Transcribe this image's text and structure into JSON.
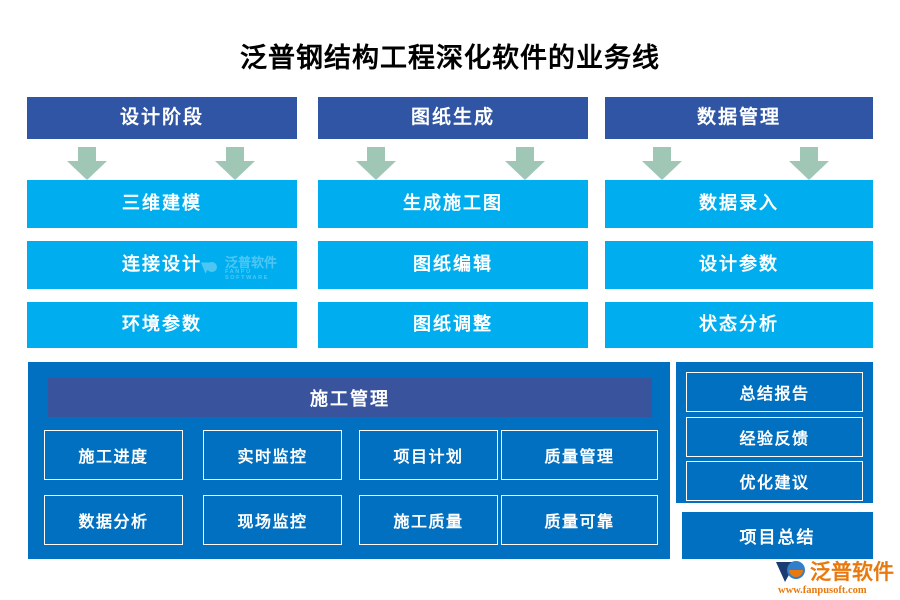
{
  "title": "泛普钢结构工程深化软件的业务线",
  "colors": {
    "header_blue": "#2F55A4",
    "light_blue": "#00AEEF",
    "panel_blue": "#0270C0",
    "panel_head_blue": "#39539C",
    "arrow_green": "#A0C7B6",
    "logo_orange": "#E8790F",
    "page_background": "#FFFFFF",
    "text_white": "#FFFFFF",
    "title_black": "#000000"
  },
  "columns": [
    {
      "header": "设计阶段",
      "items": [
        "三维建模",
        "连接设计",
        "环境参数"
      ]
    },
    {
      "header": "图纸生成",
      "items": [
        "生成施工图",
        "图纸编辑",
        "图纸调整"
      ]
    },
    {
      "header": "数据管理",
      "items": [
        "数据录入",
        "设计参数",
        "状态分析"
      ]
    }
  ],
  "bottom_panel": {
    "header": "施工管理",
    "cells": [
      "施工进度",
      "实时监控",
      "项目计划",
      "质量管理",
      "数据分析",
      "现场监控",
      "施工质量",
      "质量可靠"
    ]
  },
  "right_panel": {
    "items": [
      "总结报告",
      "经验反馈",
      "优化建议"
    ],
    "footer": "项目总结"
  },
  "watermark": {
    "brand": "泛普软件",
    "subtitle": "FANPU SOFTWARE"
  },
  "logo": {
    "brand": "泛普软件",
    "url": "www.fanpusoft.com"
  },
  "arrows": {
    "icon": "down-arrow-icon",
    "count": 6
  }
}
